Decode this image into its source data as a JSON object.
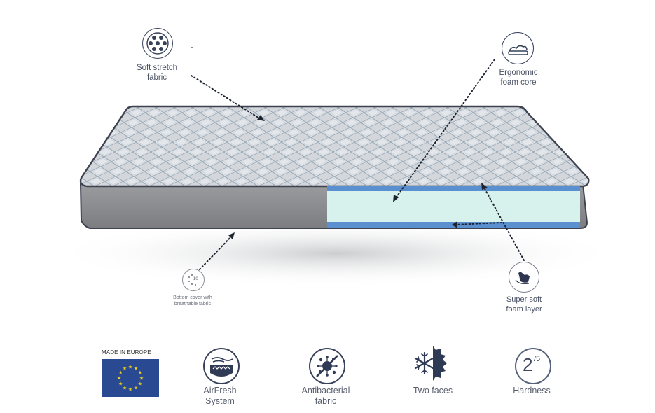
{
  "callouts": {
    "soft_stretch": {
      "line1": "Soft stretch",
      "line2": "fabric",
      "icon": "quilt-dots-icon"
    },
    "ergonomic": {
      "line1": "Ergonomic",
      "line2": "foam core",
      "icon": "body-contour-icon"
    },
    "bottom_cover": {
      "line1": "Bottom cover with",
      "line2": "breathable fabric",
      "icon": "breathable-dots-icon",
      "icon_text": "10"
    },
    "super_soft": {
      "line1": "Super soft",
      "line2": "foam layer",
      "icon": "soft-foam-hand-icon"
    }
  },
  "features": [
    {
      "line1": "MADE IN EUROPE",
      "icon": "eu-flag-icon"
    },
    {
      "line1": "AirFresh",
      "line2": "System",
      "icon": "airflow-icon"
    },
    {
      "line1": "Antibacterial",
      "line2": "fabric",
      "icon": "antibacterial-icon"
    },
    {
      "line1": "Two faces",
      "icon": "snowflake-sun-icon"
    },
    {
      "line1": "Hardness",
      "icon": "hardness-icon",
      "value": "2",
      "scale": "/5"
    }
  ],
  "colors": {
    "ink": "#37415a",
    "foam_core": "#d7f2ec",
    "foam_layer": "#5a8fd0",
    "side_fabric": "#8b8c90",
    "eu_blue": "#294a92",
    "eu_star": "#f4d21c"
  }
}
